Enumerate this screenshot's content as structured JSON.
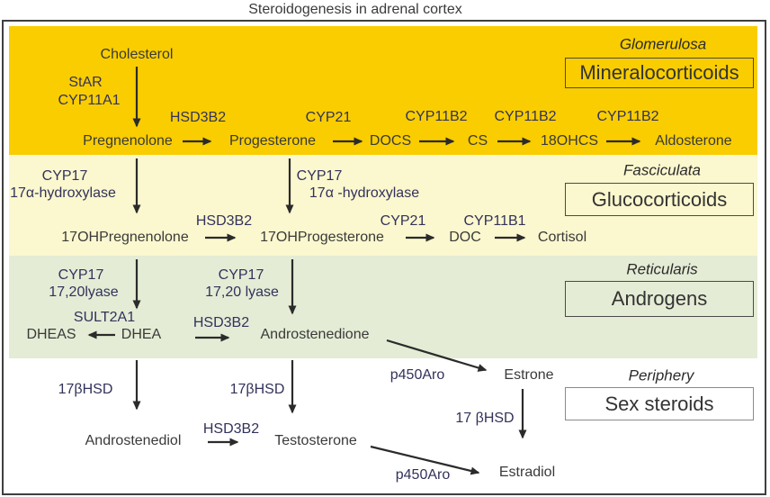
{
  "title": "Steroidogenesis in adrenal cortex",
  "zones": {
    "glomerulosa": {
      "name": "Glomerulosa",
      "category": "Mineralocorticoids",
      "bg_color": "#F9CD00"
    },
    "fasciculata": {
      "name": "Fasciculata",
      "category": "Glucocorticoids",
      "bg_color": "#FBF7CE"
    },
    "reticularis": {
      "name": "Reticularis",
      "category": "Androgens",
      "bg_color": "#E4ECD5"
    },
    "periphery": {
      "name": "Periphery",
      "category": "Sex steroids",
      "bg_color": "#FFFFFF"
    }
  },
  "molecules": {
    "cholesterol": "Cholesterol",
    "pregnenolone": "Pregnenolone",
    "progesterone": "Progesterone",
    "docs": "DOCS",
    "cs": "CS",
    "ohcs18": "18OHCS",
    "aldosterone": "Aldosterone",
    "ohpregnenolone17": "17OHPregnenolone",
    "ohprogesterone17": "17OHProgesterone",
    "doc": "DOC",
    "cortisol": "Cortisol",
    "dheas": "DHEAS",
    "dhea": "DHEA",
    "androstenedione": "Androstenedione",
    "androstenediol": "Androstenediol",
    "testosterone": "Testosterone",
    "estrone": "Estrone",
    "estradiol": "Estradiol"
  },
  "enzymes": {
    "star": "StAR",
    "cyp11a1": "CYP11A1",
    "hsd3b2": "HSD3B2",
    "cyp21": "CYP21",
    "cyp11b2": "CYP11B2",
    "cyp11b1": "CYP11B1",
    "cyp17": "CYP17",
    "hydroxylase_17a": "17α-hydroxylase",
    "hydroxylase_17a_spaced": "17α -hydroxylase",
    "lyase_1720": "17,20lyase",
    "lyase_1720_spaced": "17,20 lyase",
    "sult2a1": "SULT2A1",
    "hsd17b": "17βHSD",
    "hsd17b_spaced": "17 βHSD",
    "p450aro": "p450Aro"
  },
  "colors": {
    "enzyme_text": "#32325C",
    "steroid_text": "#3A3A3A",
    "arrow": "#2B2B2B",
    "frame_border": "#3F3F3F"
  }
}
